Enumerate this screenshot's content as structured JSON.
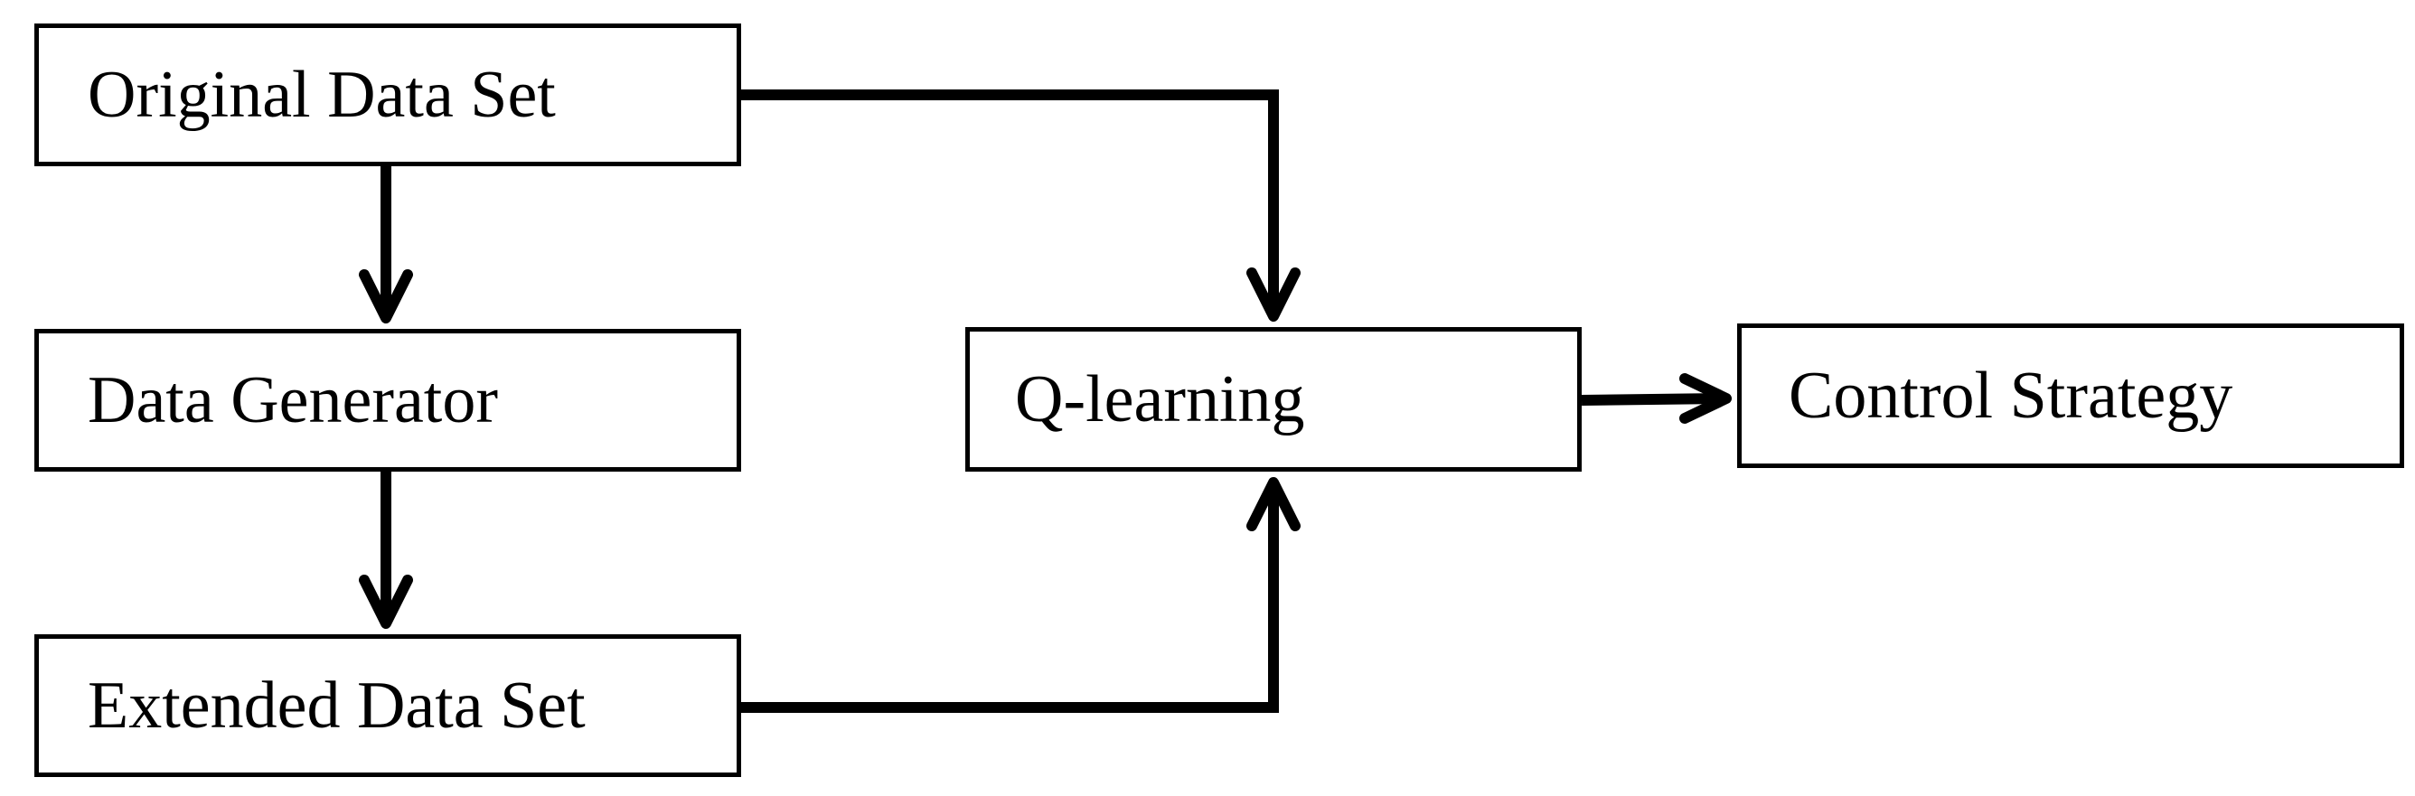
{
  "diagram": {
    "nodes": {
      "original": {
        "label": "Original Data Set"
      },
      "generator": {
        "label": "Data Generator"
      },
      "extended": {
        "label": "Extended Data Set"
      },
      "qlearning": {
        "label": "Q-learning"
      },
      "control": {
        "label": "Control Strategy"
      }
    },
    "edges": [
      {
        "from": "original",
        "to": "generator"
      },
      {
        "from": "generator",
        "to": "extended"
      },
      {
        "from": "original",
        "to": "qlearning"
      },
      {
        "from": "extended",
        "to": "qlearning"
      },
      {
        "from": "qlearning",
        "to": "control"
      }
    ]
  }
}
